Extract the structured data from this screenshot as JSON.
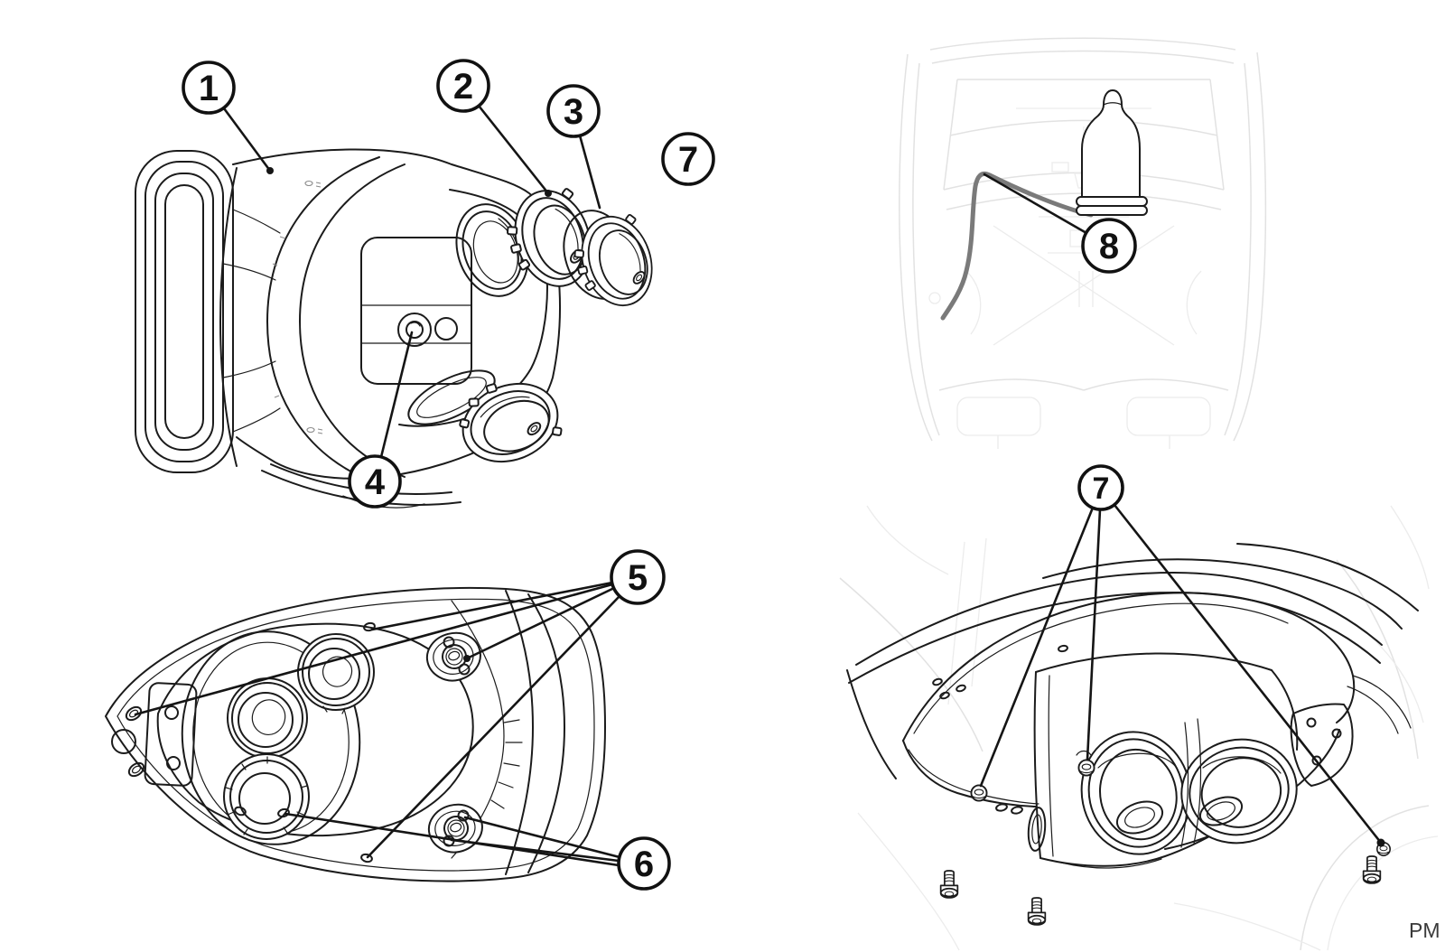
{
  "diagram": {
    "watermark": "PM",
    "callouts": {
      "c1": {
        "label": "1"
      },
      "c2": {
        "label": "2"
      },
      "c3": {
        "label": "3"
      },
      "c4": {
        "label": "4"
      },
      "c5": {
        "label": "5"
      },
      "c6": {
        "label": "6"
      },
      "c7a": {
        "label": "7"
      },
      "c7b": {
        "label": "7"
      },
      "c8": {
        "label": "8"
      }
    }
  }
}
